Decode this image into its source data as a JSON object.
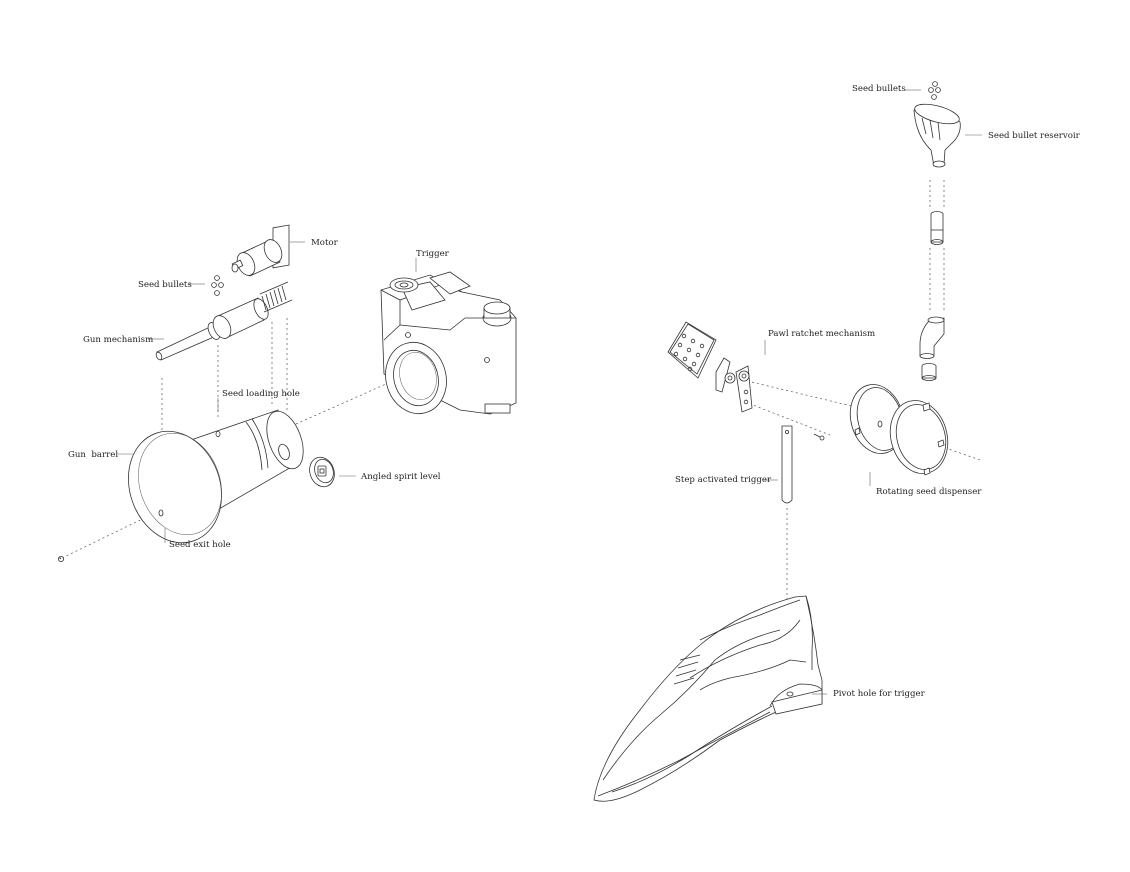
{
  "labels": {
    "motor": "Motor",
    "seed_bullets_left": "Seed bullets",
    "gun_mechanism": "Gun mechanism",
    "trigger": "Trigger",
    "seed_loading_hole": "Seed loading hole",
    "gun_barrel": "Gun  barrel",
    "angled_spirit_level": "Angled spirit level",
    "seed_exit_hole": "Seed exit hole",
    "seed_bullets_right": "Seed bullets",
    "seed_bullet_reservoir": "Seed bullet reservoir",
    "pawl_ratchet_mechanism": "Pawl ratchet mechanism",
    "step_activated_trigger": "Step activated trigger",
    "rotating_seed_dispenser": "Rotating seed dispenser",
    "pivot_hole_for_trigger": "Pivot hole for trigger"
  }
}
